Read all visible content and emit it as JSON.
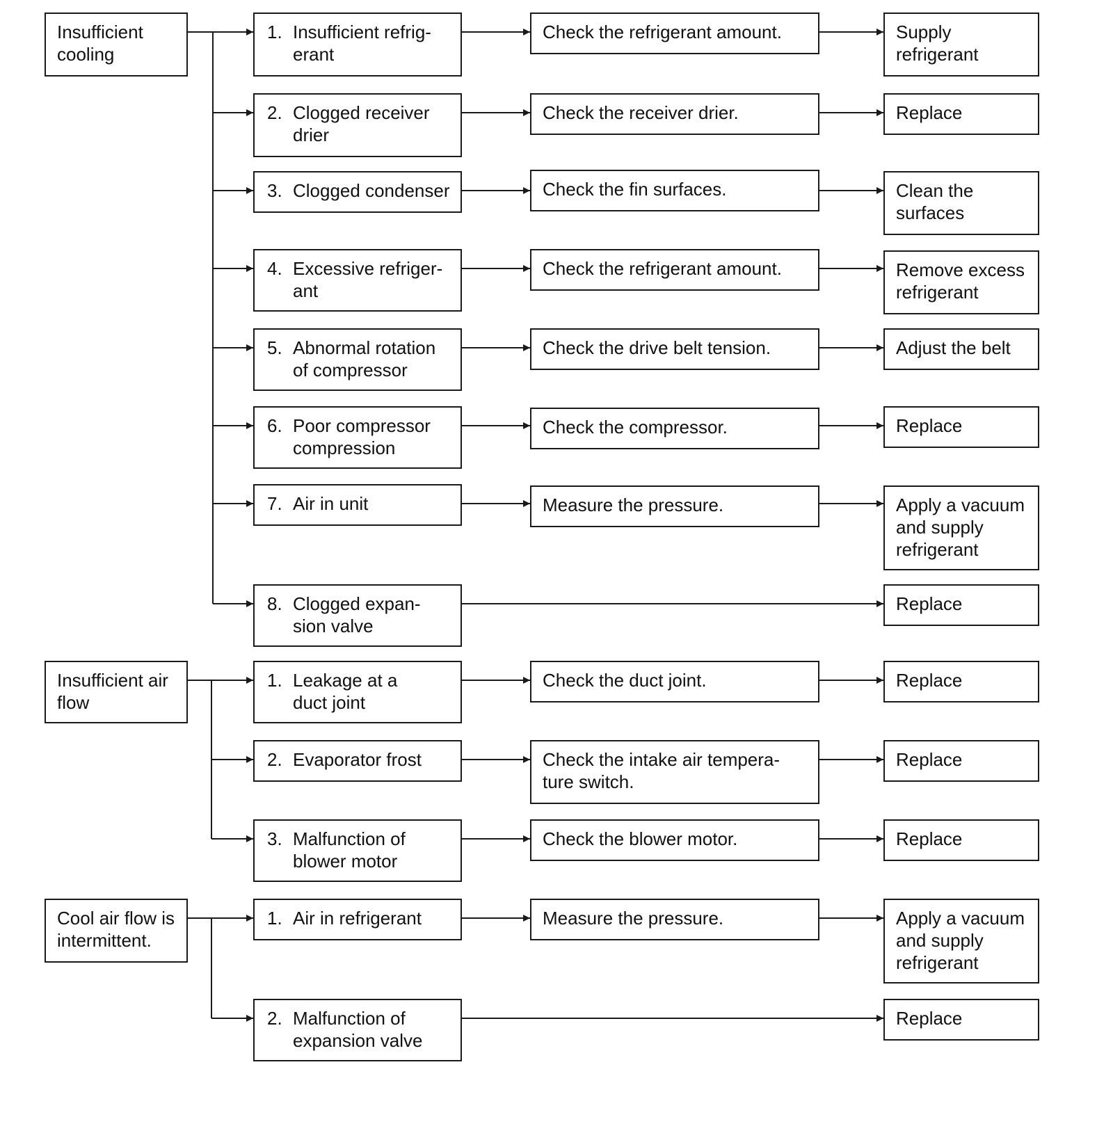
{
  "symptoms": [
    {
      "label": "Insufficient\ncooling"
    },
    {
      "label": "Insufficient air\nflow"
    },
    {
      "label": "Cool air flow is\nintermittent."
    }
  ],
  "rows": [
    {
      "num": "1.",
      "cause": "Insufficient refrig-\nerant",
      "check": "Check the refrigerant amount.",
      "remedy": "Supply\nrefrigerant"
    },
    {
      "num": "2.",
      "cause": "Clogged receiver\ndrier",
      "check": "Check the receiver drier.",
      "remedy": "Replace"
    },
    {
      "num": "3.",
      "cause": "Clogged condenser",
      "check": "Check the fin surfaces.",
      "remedy": "Clean the\nsurfaces"
    },
    {
      "num": "4.",
      "cause": "Excessive refriger-\nant",
      "check": "Check the refrigerant amount.",
      "remedy": "Remove excess\nrefrigerant"
    },
    {
      "num": "5.",
      "cause": "Abnormal rotation\nof compressor",
      "check": "Check the drive belt tension.",
      "remedy": "Adjust the belt"
    },
    {
      "num": "6.",
      "cause": "Poor compressor\ncompression",
      "check": "Check the compressor.",
      "remedy": "Replace"
    },
    {
      "num": "7.",
      "cause": "Air in unit",
      "check": "Measure the pressure.",
      "remedy": "Apply a vacuum\nand supply\nrefrigerant"
    },
    {
      "num": "8.",
      "cause": "Clogged expan-\nsion valve",
      "check": "",
      "remedy": "Replace"
    },
    {
      "num": "1.",
      "cause": "Leakage at a\nduct joint",
      "check": "Check the duct joint.",
      "remedy": "Replace"
    },
    {
      "num": "2.",
      "cause": "Evaporator frost",
      "check": "Check the intake air tempera-\nture switch.",
      "remedy": "Replace"
    },
    {
      "num": "3.",
      "cause": "Malfunction of\nblower motor",
      "check": "Check the blower motor.",
      "remedy": "Replace"
    },
    {
      "num": "1.",
      "cause": "Air in refrigerant",
      "check": "Measure the pressure.",
      "remedy": "Apply a vacuum\nand supply\nrefrigerant"
    },
    {
      "num": "2.",
      "cause": "Malfunction of\nexpansion valve",
      "check": "",
      "remedy": "Replace"
    }
  ]
}
